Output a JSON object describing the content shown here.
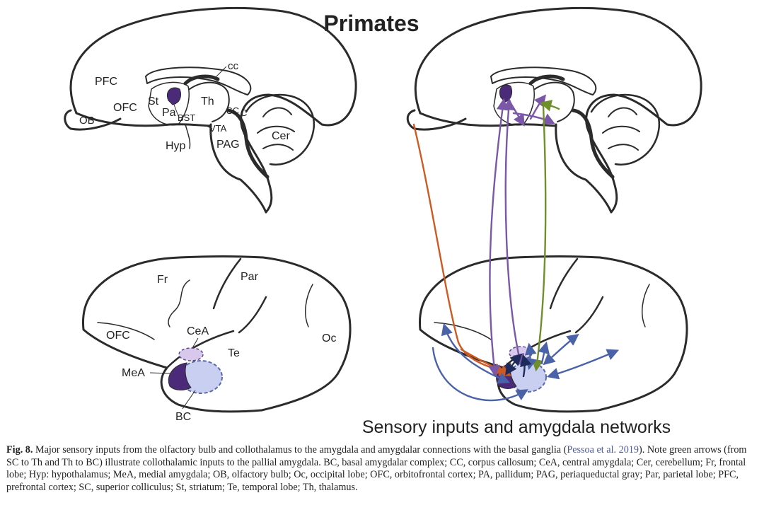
{
  "figure": {
    "title": "Primates",
    "subtitle": "Sensory inputs and amygdala networks",
    "medial_labels": {
      "pfc": "PFC",
      "ofc": "OFC",
      "ob": "OB",
      "st": "St",
      "pa": "Pa",
      "bst": "BST",
      "th": "Th",
      "cc": "cc",
      "sc": "SC",
      "c": "C",
      "vta": "VTA",
      "hyp": "Hyp",
      "pag": "PAG",
      "cer": "Cer"
    },
    "lateral_labels": {
      "fr": "Fr",
      "par": "Par",
      "ofc": "OFC",
      "cea": "CeA",
      "te": "Te",
      "oc": "Oc",
      "mea": "MeA",
      "bc": "BC"
    },
    "colors": {
      "outline": "#2b2b2b",
      "amygdala_dark": "#4b2a7a",
      "basal_complex": "#c9cff0",
      "central_amygdala": "#d8c8ec",
      "olfactory_arrow": "#cc5a22",
      "striatal_arrow": "#7b57a8",
      "collothalamic_arrow": "#6f8f2a",
      "cortical_arrow": "#4a62a8"
    }
  },
  "caption": {
    "label": "Fig. 8.",
    "text_before_ref": " Major sensory inputs from the olfactory bulb and collothalamus to the amygdala and amygdalar connections with the basal ganglia (",
    "ref": "Pessoa et al. 2019",
    "text_after_ref": "). Note green arrows (from SC to Th and Th to BC) illustrate collothalamic inputs to the pallial amygdala. BC, basal amygdalar complex; CC, corpus callosum; CeA, central amygdala; Cer, cerebellum; Fr, frontal lobe; Hyp: hypothalamus; MeA, medial amygdala; OB, olfactory bulb; Oc, occipital lobe; OFC, orbitofrontal cortex; PA, pallidum; PAG, periaqueductal gray; Par, parietal lobe; PFC, prefrontal cortex; SC, superior colliculus; St, striatum; Te, temporal lobe; Th, thalamus."
  }
}
